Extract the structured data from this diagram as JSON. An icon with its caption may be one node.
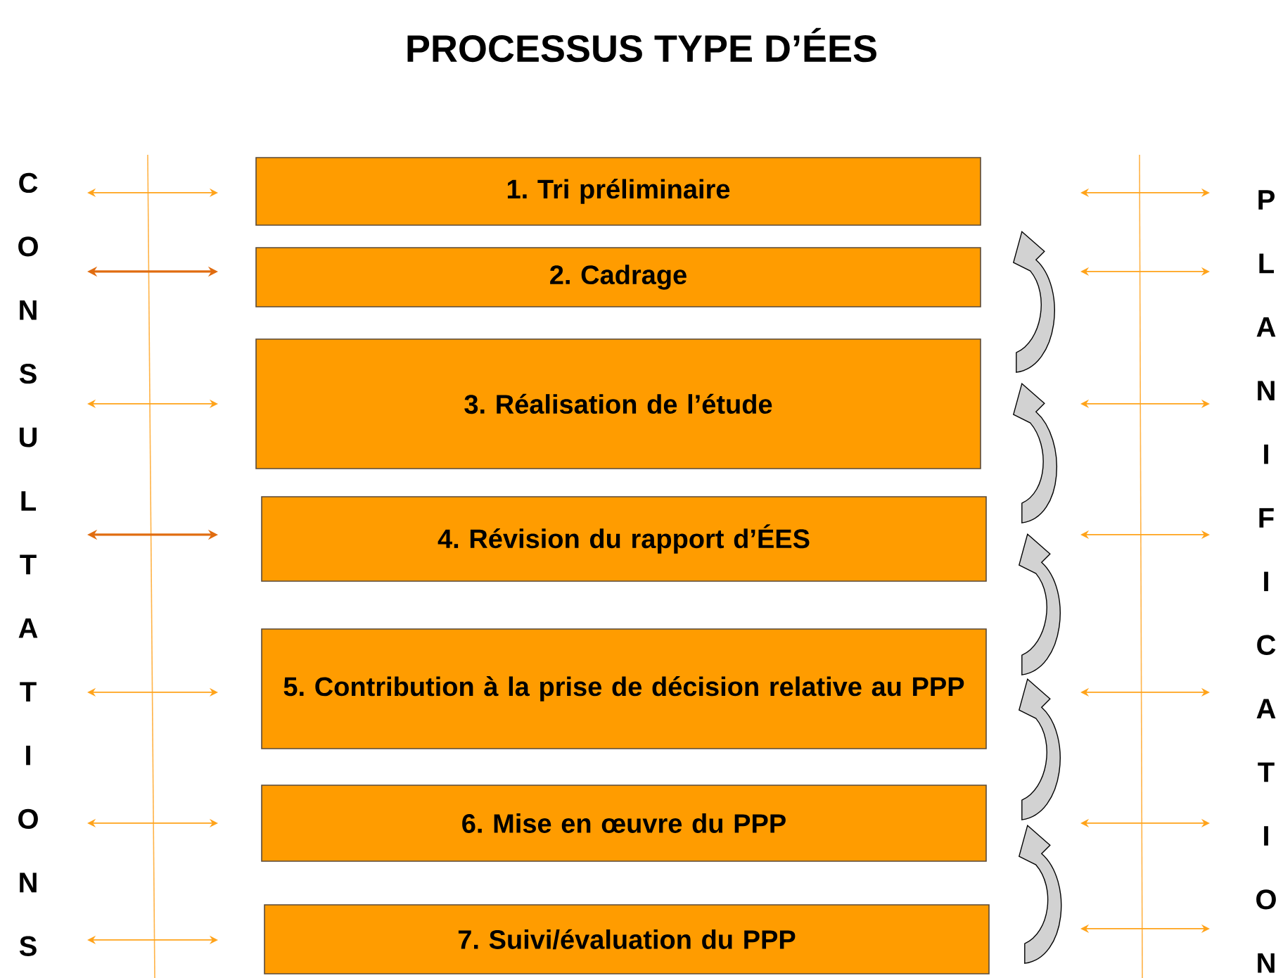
{
  "diagram": {
    "title": "PROCESSUS TYPE D’ÉES",
    "nodes": [
      {
        "text": [
          "1. Tri préliminaire"
        ]
      },
      {
        "text": [
          "2. Cadrage"
        ]
      },
      {
        "text": [
          "3. Réalisation de l’étude"
        ]
      },
      {
        "text": [
          "4. Révision du rapport d’ÉES"
        ]
      },
      {
        "text": [
          "5. Contribution à la prise de décision relative au PPP"
        ]
      },
      {
        "text": [
          "6. Mise en œuvre du PPP"
        ]
      },
      {
        "text": [
          "7. Suivi/évaluation du PPP"
        ]
      }
    ],
    "edges": [
      {
        "from": 2,
        "to": 1,
        "arrow": "to"
      },
      {
        "from": 3,
        "to": 2,
        "arrow": "to"
      },
      {
        "from": 4,
        "to": 3,
        "arrow": "to"
      },
      {
        "from": 5,
        "to": 4,
        "arrow": "to"
      },
      {
        "from": 6,
        "to": 5,
        "arrow": "to"
      }
    ],
    "labels": [
      "C",
      "O",
      "N",
      "S",
      "U",
      "L",
      "T",
      "A",
      "T",
      "I",
      "O",
      "N",
      "S",
      "P",
      "L",
      "A",
      "N",
      "I",
      "F",
      "I",
      "C",
      "A",
      "T",
      "I",
      "O",
      "N"
    ]
  }
}
